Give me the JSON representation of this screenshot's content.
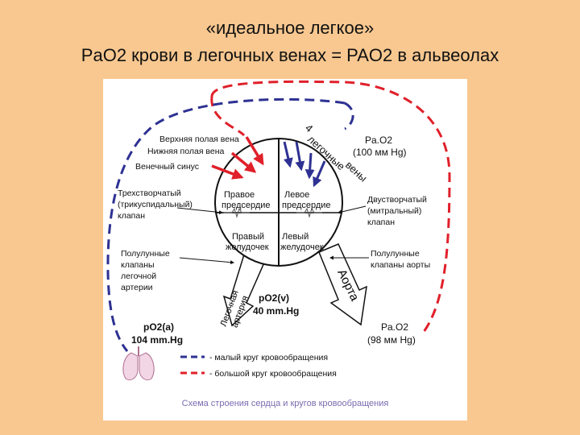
{
  "title": {
    "line1": "«идеальное легкое»",
    "line2": "PaO2 крови в легочных венах = PAO2 в альвеолах"
  },
  "diagram": {
    "labels": {
      "sup_vena_cava": "Верхняя полая вена",
      "inf_vena_cava": "Нижняя полая вена",
      "coronary_sinus": "Венечный синус",
      "tricuspid_1": "Трехстворчатый",
      "tricuspid_2": "(трикуспидальный)",
      "tricuspid_3": "клапан",
      "right_atrium_1": "Правое",
      "right_atrium_2": "предсердие",
      "left_atrium_1": "Левое",
      "left_atrium_2": "предсердие",
      "mitral_1": "Двустворчатый",
      "mitral_2": "(митральный)",
      "mitral_3": "клапан",
      "right_ventricle_1": "Правый",
      "right_ventricle_2": "желудочек",
      "left_ventricle_1": "Левый",
      "left_ventricle_2": "желудочек",
      "pulm_valves_1": "Полулунные",
      "pulm_valves_2": "клапаны",
      "pulm_valves_3": "легочной",
      "pulm_valves_4": "артерии",
      "aortic_valves_1": "Полулунные",
      "aortic_valves_2": "клапаны аорты",
      "pulm_veins_1": "4",
      "pulm_veins_2": "легочные",
      "pulm_veins_3": "вены",
      "pulm_artery_1": "Легочная",
      "pulm_artery_2": "артерия",
      "aorta": "Аорта",
      "pao2_veins_1": "Pa.O2",
      "pao2_veins_2": "(100 мм Hg)",
      "po2v_1": "pO2(v)",
      "po2v_2": "40 mm.Hg",
      "po2a_1": "pO2(a)",
      "po2a_2": "104 mm.Hg",
      "pao2_arterial_1": "Pa.O2",
      "pao2_arterial_2": "(98 мм Hg)",
      "legend_small": "- малый круг кровообращения",
      "legend_large": "- большой круг кровообращения",
      "caption": "Схема строения сердца и кругов кровообращения"
    },
    "colors": {
      "small_circle": "#2e3192",
      "large_circle": "#e0202a",
      "caption": "#7a6bb0"
    }
  }
}
